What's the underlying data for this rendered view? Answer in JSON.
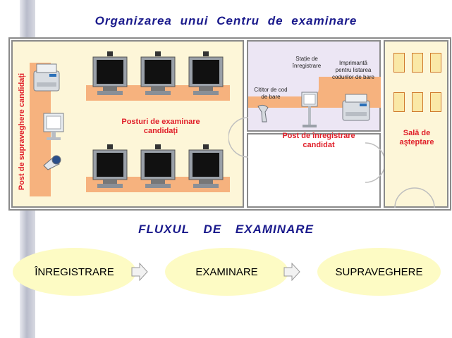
{
  "title": "Organizarea  unui  Centru  de  examinare",
  "plan": {
    "supervision_post": "Post de supraveghere candidați",
    "exam_posts": "Posturi de examinare\ncandidați",
    "registration_station": "Stație de\nînregistrare",
    "barcode_printer": "Imprimantă\npentru listarea\ncodurilor de bare",
    "barcode_reader": "Cititor de cod\nde bare",
    "registration_post": "Post de înregistrare\ncandidat",
    "waiting_room": "Sală  de\naşteptare"
  },
  "flow": {
    "title": "FLUXUL   DE   EXAMINARE",
    "steps": [
      "ÎNREGISTRARE",
      "EXAMINARE",
      "SUPRAVEGHERE"
    ]
  },
  "colors": {
    "title_blue": "#1a1a8c",
    "label_red": "#e0202a",
    "exam_room_fill": "#fdf6d8",
    "registration_fill": "#ece6f4",
    "desk_orange": "#f6b27e",
    "oval_fill": "#fdfbc4"
  }
}
